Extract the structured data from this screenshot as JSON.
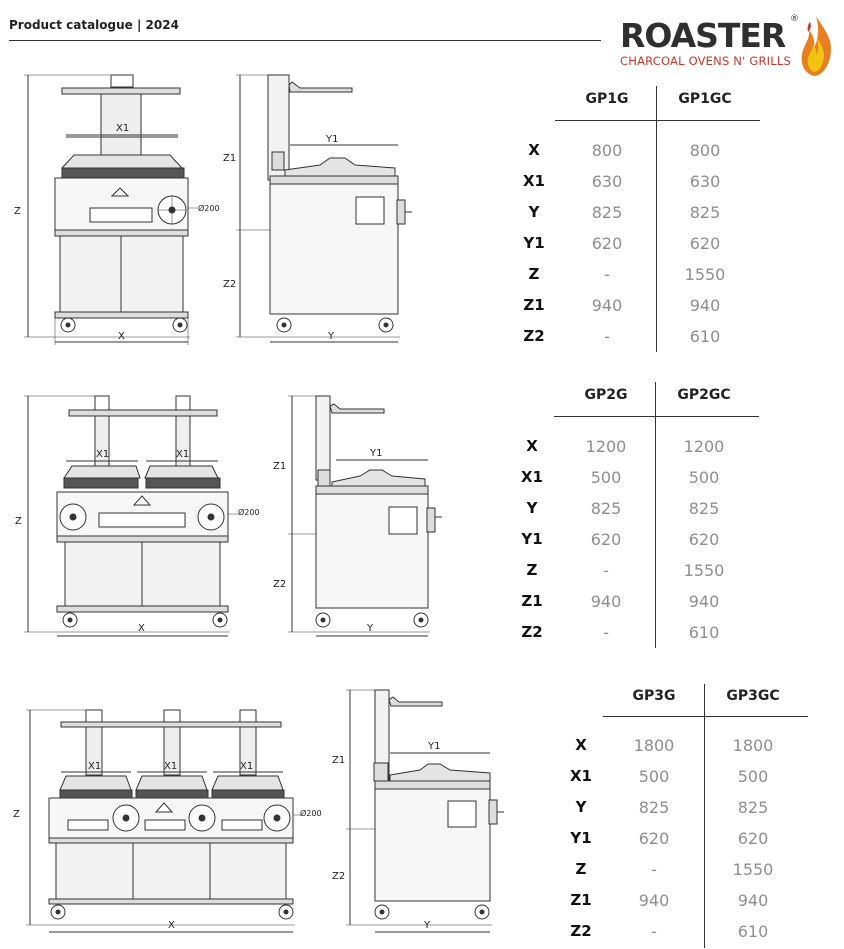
{
  "header": {
    "title": "Product catalogue | 2024"
  },
  "brand": {
    "name": "ROASTER",
    "registered": "®",
    "tagline": "CHARCOAL OVENS N' GRILLS",
    "accent": "#c0392b"
  },
  "dimension_labels": {
    "x": "X",
    "x1": "X1",
    "y": "Y",
    "y1": "Y1",
    "z": "Z",
    "z1": "Z1",
    "z2": "Z2",
    "diameter": "Ø200"
  },
  "tables": [
    {
      "columns": [
        "GP1G",
        "GP1GC"
      ],
      "rows": [
        {
          "label": "X",
          "values": [
            "800",
            "800"
          ]
        },
        {
          "label": "X1",
          "values": [
            "630",
            "630"
          ]
        },
        {
          "label": "Y",
          "values": [
            "825",
            "825"
          ]
        },
        {
          "label": "Y1",
          "values": [
            "620",
            "620"
          ]
        },
        {
          "label": "Z",
          "values": [
            "-",
            "1550"
          ]
        },
        {
          "label": "Z1",
          "values": [
            "940",
            "940"
          ]
        },
        {
          "label": "Z2",
          "values": [
            "-",
            "610"
          ]
        }
      ]
    },
    {
      "columns": [
        "GP2G",
        "GP2GC"
      ],
      "rows": [
        {
          "label": "X",
          "values": [
            "1200",
            "1200"
          ]
        },
        {
          "label": "X1",
          "values": [
            "500",
            "500"
          ]
        },
        {
          "label": "Y",
          "values": [
            "825",
            "825"
          ]
        },
        {
          "label": "Y1",
          "values": [
            "620",
            "620"
          ]
        },
        {
          "label": "Z",
          "values": [
            "-",
            "1550"
          ]
        },
        {
          "label": "Z1",
          "values": [
            "940",
            "940"
          ]
        },
        {
          "label": "Z2",
          "values": [
            "-",
            "610"
          ]
        }
      ]
    },
    {
      "columns": [
        "GP3G",
        "GP3GC"
      ],
      "rows": [
        {
          "label": "X",
          "values": [
            "1800",
            "1800"
          ]
        },
        {
          "label": "X1",
          "values": [
            "500",
            "500"
          ]
        },
        {
          "label": "Y",
          "values": [
            "825",
            "825"
          ]
        },
        {
          "label": "Y1",
          "values": [
            "620",
            "620"
          ]
        },
        {
          "label": "Z",
          "values": [
            "-",
            "1550"
          ]
        },
        {
          "label": "Z1",
          "values": [
            "940",
            "940"
          ]
        },
        {
          "label": "Z2",
          "values": [
            "-",
            "610"
          ]
        }
      ]
    }
  ]
}
